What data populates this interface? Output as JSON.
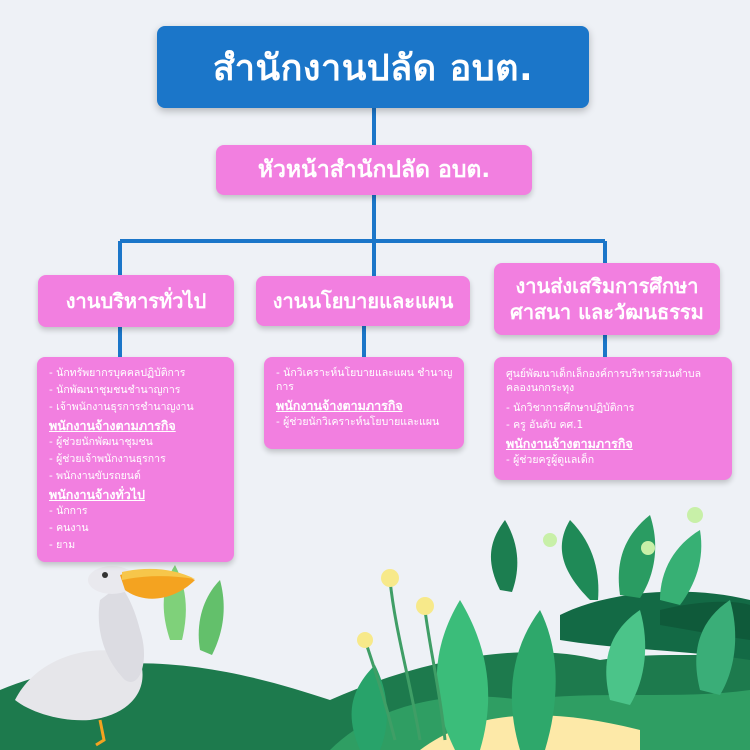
{
  "title": "สำนักงานปลัด อบต.",
  "head": "หัวหน้าสำนักปลัด อบต.",
  "colors": {
    "title_bg": "#1b76c9",
    "box_bg": "#f27fe0",
    "connector": "#1b76c9",
    "background": "#eef1f6"
  },
  "departments": [
    {
      "name_lines": [
        "งานบริหารทั่วไป"
      ],
      "items": [
        "นักทรัพยากรบุคคลปฏิบัติการ",
        "นักพัฒนาชุมชนชำนาญการ",
        "เจ้าพนักงานธุรการชำนาญงาน"
      ],
      "groups": [
        {
          "heading": "พนักงานจ้างตามภารกิจ",
          "items": [
            "ผู้ช่วยนักพัฒนาชุมชน",
            "ผู้ช่วยเจ้าพนักงานธุรการ",
            "พนักงานขับรถยนต์"
          ]
        },
        {
          "heading": "พนักงานจ้างทั่วไป",
          "items": [
            "นักการ",
            "คนงาน",
            "ยาม"
          ]
        }
      ]
    },
    {
      "name_lines": [
        "งานนโยบายและแผน"
      ],
      "items": [
        "นักวิเคราะห์นโยบายและแผน ชำนาญการ"
      ],
      "groups": [
        {
          "heading": "พนักงานจ้างตามภารกิจ",
          "items": [
            "ผู้ช่วยนักวิเคราะห์นโยบายและแผน"
          ]
        }
      ]
    },
    {
      "name_lines": [
        "งานส่งเสริมการศึกษา",
        "ศาสนา และวัฒนธรรม"
      ],
      "note": "ศูนย์พัฒนาเด็กเล็กองค์การบริหารส่วนตำบลคลองนกกระทุง",
      "items": [
        "นักวิชาการศึกษาปฏิบัติการ",
        "ครู อันดับ คศ.1"
      ],
      "groups": [
        {
          "heading": "พนักงานจ้างตามภารกิจ",
          "items": [
            "ผู้ช่วยครูผู้ดูแลเด็ก"
          ]
        }
      ]
    }
  ]
}
